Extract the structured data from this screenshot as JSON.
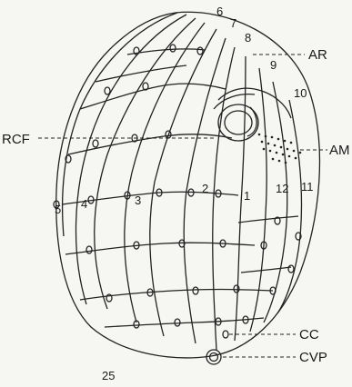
{
  "figure": {
    "number": "25",
    "side_labels": {
      "ar": "AR",
      "rcf": "RCF",
      "am": "AM",
      "cc": "CC",
      "cvp": "CVP"
    },
    "row_numbers": [
      "1",
      "2",
      "3",
      "4",
      "5",
      "6",
      "7",
      "8",
      "9",
      "10",
      "11",
      "12"
    ]
  }
}
